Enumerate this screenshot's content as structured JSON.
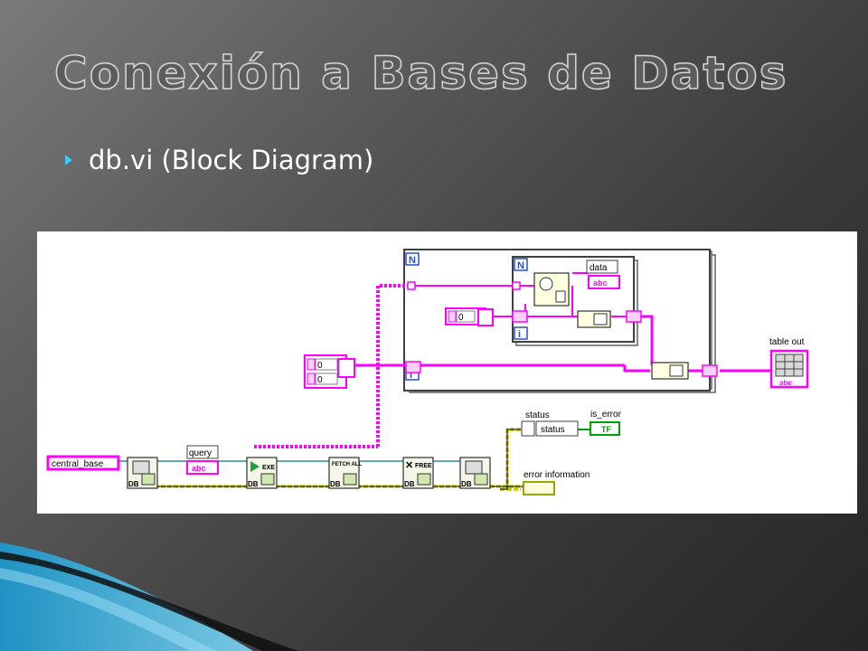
{
  "slide": {
    "title": "Conexión a Bases de Datos",
    "bullets": [
      {
        "text": "db.vi (Block Diagram)"
      }
    ]
  },
  "diagram": {
    "labels": {
      "central_base": "central_base",
      "query": "query",
      "status": "status",
      "is_error": "is_error",
      "error_information": "error information",
      "table_out": "table out",
      "data": "data",
      "loop_n": "N",
      "loop_i": "i",
      "zero": "0",
      "abc": "abc",
      "db": "DB",
      "exe": "EXE",
      "fetch_all": "FETCH ALL",
      "free": "FREE",
      "tf": "TF"
    }
  },
  "colors": {
    "background": "#3a3a3a",
    "accent": "#3cc8f0",
    "string_wire": "#ff00ff",
    "refnum_wire": "#2a8fa0",
    "error_wire": "#c8c800"
  }
}
